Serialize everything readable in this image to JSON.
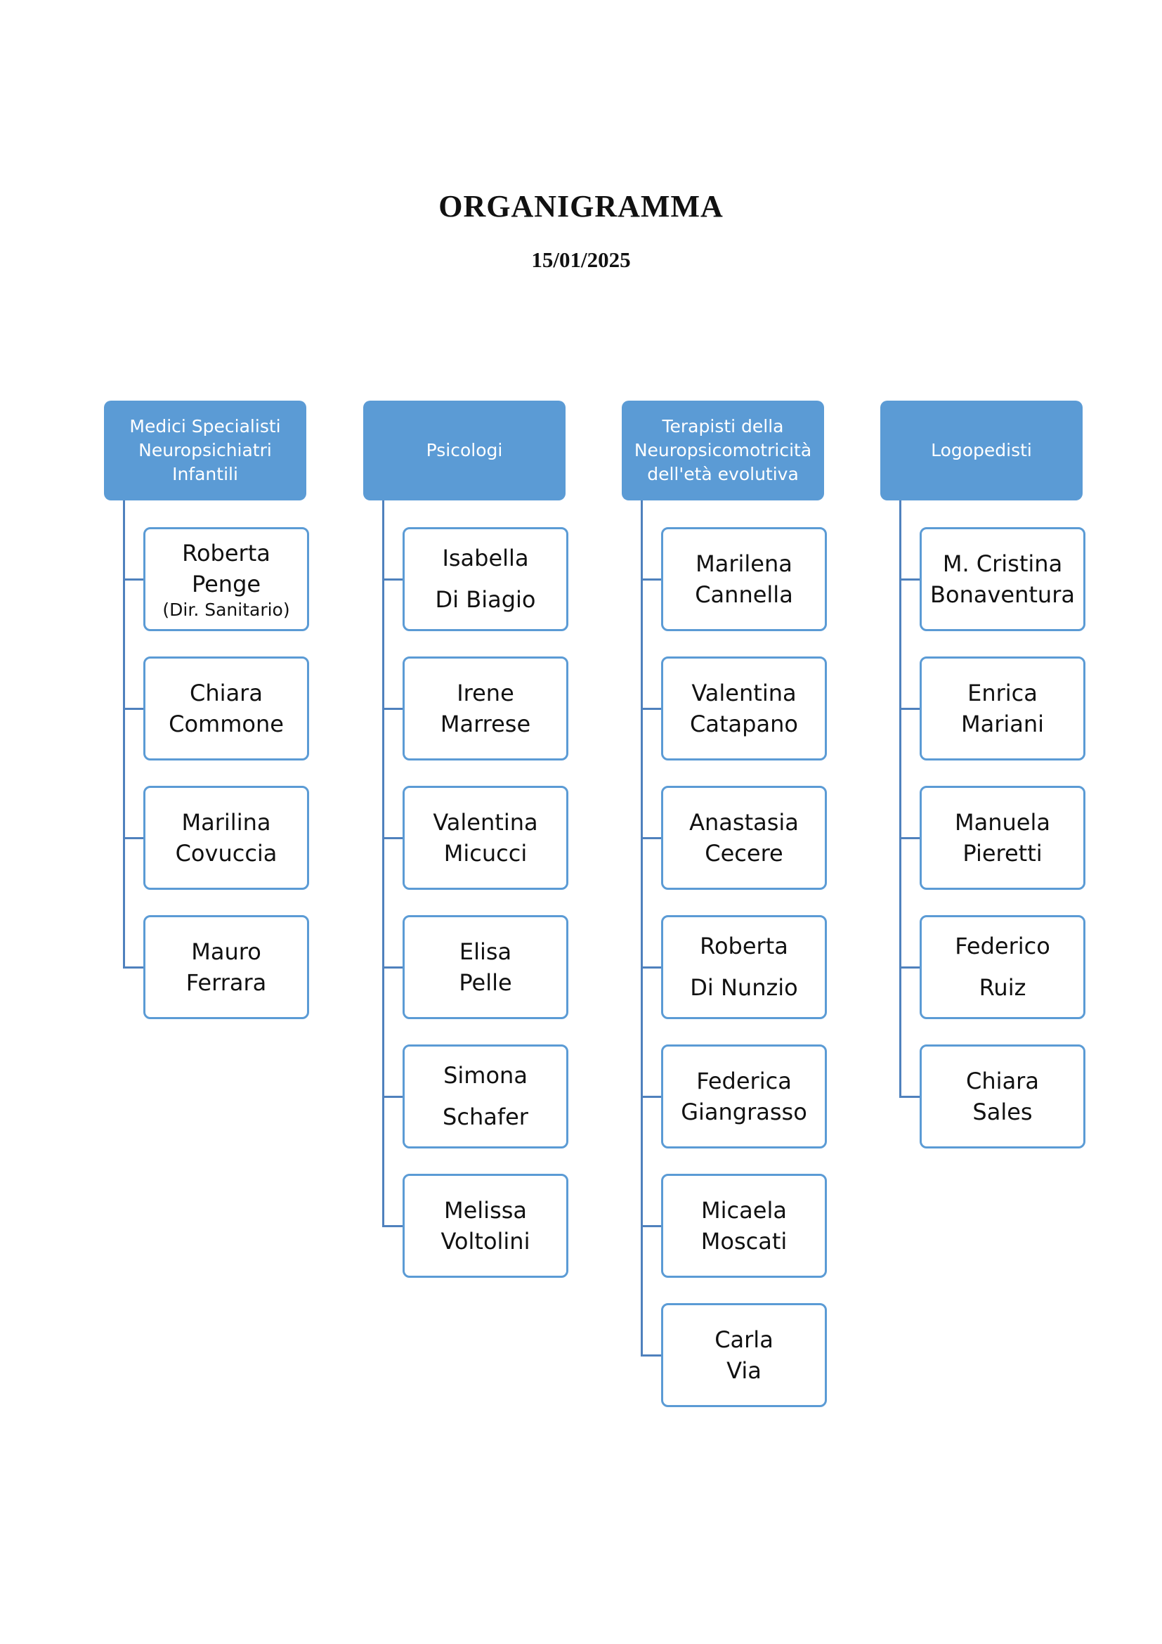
{
  "title": "ORGANIGRAMMA",
  "date": "15/01/2025",
  "colors": {
    "header_fill": "#5b9bd5",
    "box_border": "#5b9bd5",
    "connector": "#4f81bd"
  },
  "columns": [
    {
      "header": [
        "Medici Specialisti",
        "Neuropsichiatri",
        "Infantili"
      ],
      "members": [
        {
          "lines": [
            "Roberta",
            "Penge"
          ],
          "note": "(Dir. Sanitario)"
        },
        {
          "lines": [
            "Chiara",
            "Commone"
          ]
        },
        {
          "lines": [
            "Marilina",
            "Covuccia"
          ]
        },
        {
          "lines": [
            "Mauro",
            "Ferrara"
          ]
        }
      ]
    },
    {
      "header": [
        "Psicologi"
      ],
      "members": [
        {
          "lines": [
            "Isabella",
            "Di Biagio"
          ]
        },
        {
          "lines": [
            "Irene",
            "Marrese"
          ]
        },
        {
          "lines": [
            "Valentina",
            "Micucci"
          ]
        },
        {
          "lines": [
            "Elisa",
            "Pelle"
          ]
        },
        {
          "lines": [
            "Simona",
            "Schafer"
          ]
        },
        {
          "lines": [
            "Melissa",
            "Voltolini"
          ]
        }
      ]
    },
    {
      "header": [
        "Terapisti della",
        "Neuropsicomotricità",
        "dell'età evolutiva"
      ],
      "members": [
        {
          "lines": [
            "Marilena",
            "Cannella"
          ]
        },
        {
          "lines": [
            "Valentina",
            "Catapano"
          ]
        },
        {
          "lines": [
            "Anastasia",
            "Cecere"
          ]
        },
        {
          "lines": [
            "Roberta",
            "Di Nunzio"
          ]
        },
        {
          "lines": [
            "Federica",
            "Giangrasso"
          ]
        },
        {
          "lines": [
            "Micaela",
            "Moscati"
          ]
        },
        {
          "lines": [
            "Carla",
            "Via"
          ]
        }
      ]
    },
    {
      "header": [
        "Logopedisti"
      ],
      "members": [
        {
          "lines": [
            "M. Cristina",
            "Bonaventura"
          ]
        },
        {
          "lines": [
            "Enrica",
            "Mariani"
          ]
        },
        {
          "lines": [
            "Manuela",
            "Pieretti"
          ]
        },
        {
          "lines": [
            "Federico",
            "Ruiz"
          ]
        },
        {
          "lines": [
            "Chiara",
            "Sales"
          ]
        }
      ]
    }
  ]
}
